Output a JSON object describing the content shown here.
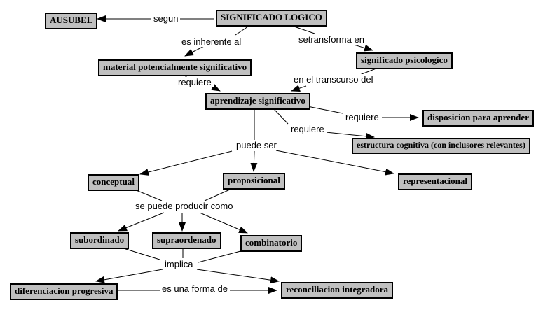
{
  "colors": {
    "background": "#ffffff",
    "node_fill": "#c0c0c0",
    "node_border": "#000000",
    "edge_line": "#000000",
    "text": "#000000"
  },
  "nodes": {
    "ausubel": {
      "label": "AUSUBEL"
    },
    "significado_logico": {
      "label": "SIGNIFICADO LOGICO"
    },
    "material": {
      "label": "material potencialmente significativo"
    },
    "significado_psicologico": {
      "label": "significado psicologico"
    },
    "aprendizaje": {
      "label": "aprendizaje significativo"
    },
    "disposicion": {
      "label": "disposicion para aprender"
    },
    "estructura": {
      "label": "estructura cognitiva (con inclusores relevantes)"
    },
    "conceptual": {
      "label": "conceptual"
    },
    "proposicional": {
      "label": "proposicional"
    },
    "representacional": {
      "label": "representacional"
    },
    "subordinado": {
      "label": "subordinado"
    },
    "supraordenado": {
      "label": "supraordenado"
    },
    "combinatorio": {
      "label": "combinatorio"
    },
    "diferenciacion": {
      "label": "diferenciacion progresiva"
    },
    "reconciliacion": {
      "label": "reconciliacion integradora"
    }
  },
  "edge_labels": {
    "segun": "segun",
    "es_inherente_al": "es inherente al",
    "setransforma_en": "setransforma en",
    "requiere_1": "requiere",
    "en_el_transcurso_del": "en el transcurso del",
    "requiere_2": "requiere",
    "requiere_3": "requiere",
    "puede_ser": "puede ser",
    "se_puede_producir_como": "se puede producir como",
    "implica": "implica",
    "es_una_forma_de": "es una forma de"
  },
  "edges": [
    {
      "from": "SIGNIFICADO LOGICO",
      "label": "segun",
      "to": "AUSUBEL"
    },
    {
      "from": "SIGNIFICADO LOGICO",
      "label": "es inherente al",
      "to": "material potencialmente significativo"
    },
    {
      "from": "SIGNIFICADO LOGICO",
      "label": "setransforma en",
      "to": "significado psicologico"
    },
    {
      "from": "material potencialmente significativo",
      "label": "requiere",
      "to": "aprendizaje significativo"
    },
    {
      "from": "significado psicologico",
      "label": "en el transcurso del",
      "to": "aprendizaje significativo"
    },
    {
      "from": "aprendizaje significativo",
      "label": "requiere",
      "to": "disposicion para aprender"
    },
    {
      "from": "aprendizaje significativo",
      "label": "requiere",
      "to": "estructura cognitiva (con inclusores relevantes)"
    },
    {
      "from": "aprendizaje significativo",
      "label": "puede ser",
      "to": "conceptual"
    },
    {
      "from": "aprendizaje significativo",
      "label": "puede ser",
      "to": "proposicional"
    },
    {
      "from": "aprendizaje significativo",
      "label": "puede ser",
      "to": "representacional"
    },
    {
      "from": "conceptual",
      "label": "se puede producir como",
      "to": "subordinado"
    },
    {
      "from": "proposicional",
      "label": "se puede producir como",
      "to": "supraordenado"
    },
    {
      "from": "conceptual y proposicional",
      "label": "se puede producir como",
      "to": "combinatorio"
    },
    {
      "from": "subordinado, supraordenado, combinatorio",
      "label": "implica",
      "to": "diferenciacion progresiva"
    },
    {
      "from": "subordinado, supraordenado, combinatorio",
      "label": "implica",
      "to": "reconciliacion integradora"
    },
    {
      "from": "diferenciacion progresiva",
      "label": "es una forma de",
      "to": "reconciliacion integradora"
    }
  ]
}
